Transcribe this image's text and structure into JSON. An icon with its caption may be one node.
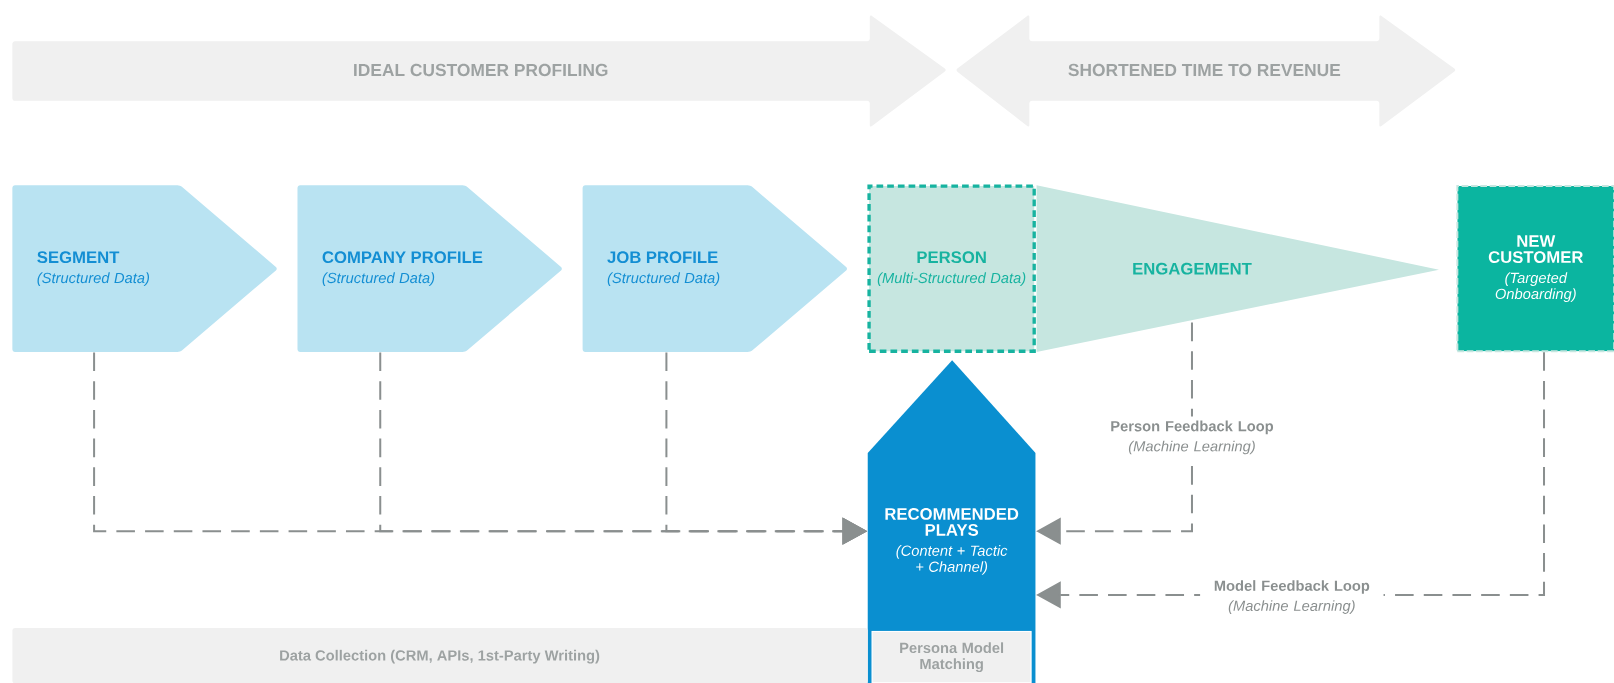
{
  "diagram": {
    "nodes": [
      {
        "text": [
          "IDEAL CUSTOMER PROFILING"
        ]
      },
      {
        "text": [
          "SHORTENED TIME TO REVENUE"
        ]
      },
      {
        "text": [
          "SEGMENT",
          "(Structured Data)"
        ]
      },
      {
        "text": [
          "COMPANY PROFILE",
          "(Structured Data)"
        ]
      },
      {
        "text": [
          "JOB PROFILE",
          "(Structured Data)"
        ]
      },
      {
        "text": [
          "PERSON",
          "(Multi-Structured Data)"
        ]
      },
      {
        "text": [
          "ENGAGEMENT"
        ]
      },
      {
        "text": [
          "NEW CUSTOMER",
          "(Targeted Onboarding)"
        ]
      },
      {
        "text": [
          "RECOMMENDED PLAYS",
          "(Content + Tactic + Channel)"
        ]
      },
      {
        "text": [
          "Persona Model Matching"
        ],
        "in": 8
      },
      {
        "text": [
          "Data Collection (CRM, APIs, 1st-Party Writing)"
        ]
      }
    ],
    "edges": [
      {
        "from": 2,
        "to": 8,
        "arrow": "to",
        "style": "dashed"
      },
      {
        "from": 3,
        "to": 8,
        "arrow": "to",
        "style": "dashed"
      },
      {
        "from": 4,
        "to": 8,
        "arrow": "to",
        "style": "dashed"
      },
      {
        "from": 6,
        "to": 8,
        "arrow": "to",
        "style": "dashed",
        "label": "**Person Feedback Loop** *(Machine Learning)*"
      },
      {
        "from": 7,
        "to": 8,
        "arrow": "to",
        "style": "dashed",
        "label": "**Model Feedback Loop** *(Machine Learning)*"
      }
    ]
  }
}
